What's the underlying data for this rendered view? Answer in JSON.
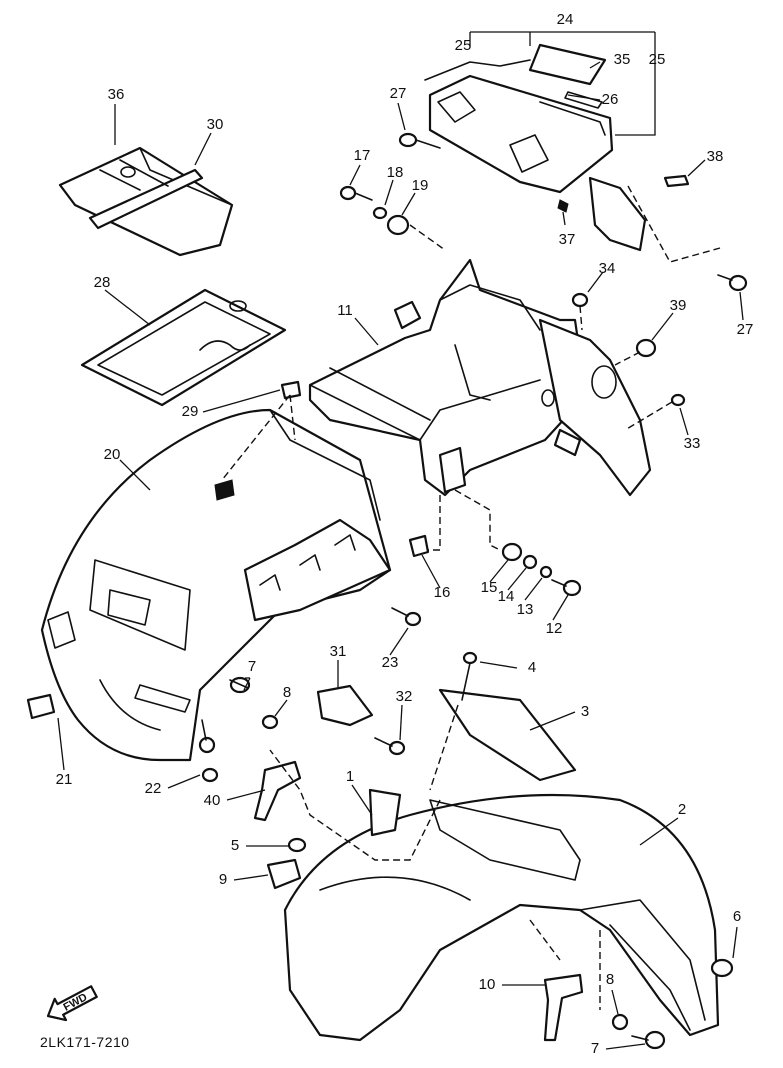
{
  "diagram": {
    "code": "2LK171-7210",
    "fwd_label": "FWD",
    "callouts": [
      {
        "id": "c24a",
        "label": "24"
      },
      {
        "id": "c25a",
        "label": "25"
      },
      {
        "id": "c25b",
        "label": "25"
      },
      {
        "id": "c35",
        "label": "35"
      },
      {
        "id": "c26",
        "label": "26"
      },
      {
        "id": "c36",
        "label": "36"
      },
      {
        "id": "c30",
        "label": "30"
      },
      {
        "id": "c27a",
        "label": "27"
      },
      {
        "id": "c17",
        "label": "17"
      },
      {
        "id": "c18",
        "label": "18"
      },
      {
        "id": "c19",
        "label": "19"
      },
      {
        "id": "c38",
        "label": "38"
      },
      {
        "id": "c37",
        "label": "37"
      },
      {
        "id": "c27b",
        "label": "27"
      },
      {
        "id": "c28",
        "label": "28"
      },
      {
        "id": "c11",
        "label": "11"
      },
      {
        "id": "c34",
        "label": "34"
      },
      {
        "id": "c39",
        "label": "39"
      },
      {
        "id": "c29",
        "label": "29"
      },
      {
        "id": "c33",
        "label": "33"
      },
      {
        "id": "c20",
        "label": "20"
      },
      {
        "id": "c16",
        "label": "16"
      },
      {
        "id": "c15",
        "label": "15"
      },
      {
        "id": "c14",
        "label": "14"
      },
      {
        "id": "c13",
        "label": "13"
      },
      {
        "id": "c12",
        "label": "12"
      },
      {
        "id": "c23",
        "label": "23"
      },
      {
        "id": "c31",
        "label": "31"
      },
      {
        "id": "c4",
        "label": "4"
      },
      {
        "id": "c7a",
        "label": "7"
      },
      {
        "id": "c8a",
        "label": "8"
      },
      {
        "id": "c32",
        "label": "32"
      },
      {
        "id": "c3",
        "label": "3"
      },
      {
        "id": "c21",
        "label": "21"
      },
      {
        "id": "c22",
        "label": "22"
      },
      {
        "id": "c40",
        "label": "40"
      },
      {
        "id": "c1",
        "label": "1"
      },
      {
        "id": "c2",
        "label": "2"
      },
      {
        "id": "c5",
        "label": "5"
      },
      {
        "id": "c9",
        "label": "9"
      },
      {
        "id": "c6",
        "label": "6"
      },
      {
        "id": "c10",
        "label": "10"
      },
      {
        "id": "c8b",
        "label": "8"
      },
      {
        "id": "c7b",
        "label": "7"
      }
    ]
  }
}
